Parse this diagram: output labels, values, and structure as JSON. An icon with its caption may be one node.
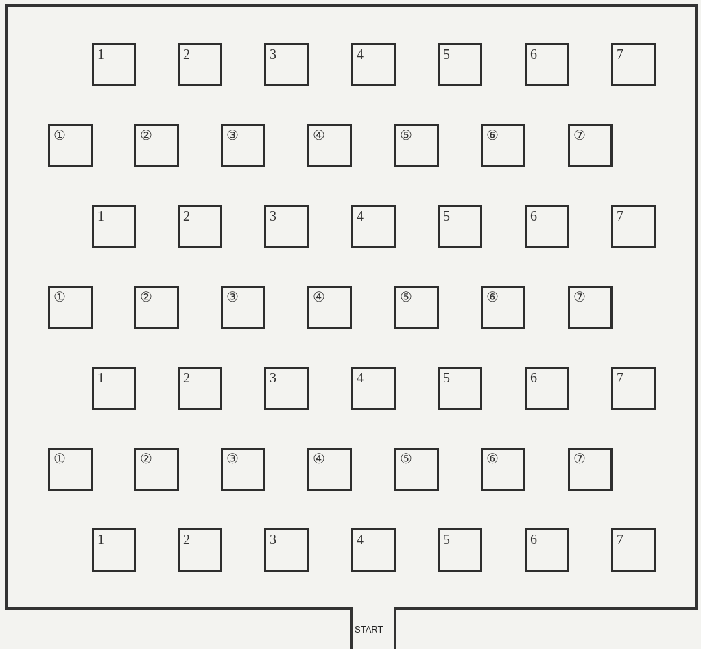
{
  "diagram": {
    "nodes": [
      {
        "text": [
          "1"
        ]
      },
      {
        "text": [
          "2"
        ]
      },
      {
        "text": [
          "3"
        ]
      },
      {
        "text": [
          "4"
        ]
      },
      {
        "text": [
          "5"
        ]
      },
      {
        "text": [
          "6"
        ]
      },
      {
        "text": [
          "7"
        ]
      },
      {
        "text": [
          "①"
        ]
      },
      {
        "text": [
          "②"
        ]
      },
      {
        "text": [
          "③"
        ]
      },
      {
        "text": [
          "④"
        ]
      },
      {
        "text": [
          "⑤"
        ]
      },
      {
        "text": [
          "⑥"
        ]
      },
      {
        "text": [
          "⑦"
        ]
      },
      {
        "text": [
          "1"
        ]
      },
      {
        "text": [
          "2"
        ]
      },
      {
        "text": [
          "3"
        ]
      },
      {
        "text": [
          "4"
        ]
      },
      {
        "text": [
          "5"
        ]
      },
      {
        "text": [
          "6"
        ]
      },
      {
        "text": [
          "7"
        ]
      },
      {
        "text": [
          "①"
        ]
      },
      {
        "text": [
          "②"
        ]
      },
      {
        "text": [
          "③"
        ]
      },
      {
        "text": [
          "④"
        ]
      },
      {
        "text": [
          "⑤"
        ]
      },
      {
        "text": [
          "⑥"
        ]
      },
      {
        "text": [
          "⑦"
        ]
      },
      {
        "text": [
          "1"
        ]
      },
      {
        "text": [
          "2"
        ]
      },
      {
        "text": [
          "3"
        ]
      },
      {
        "text": [
          "4"
        ]
      },
      {
        "text": [
          "5"
        ]
      },
      {
        "text": [
          "6"
        ]
      },
      {
        "text": [
          "7"
        ]
      },
      {
        "text": [
          "①"
        ]
      },
      {
        "text": [
          "②"
        ]
      },
      {
        "text": [
          "③"
        ]
      },
      {
        "text": [
          "④"
        ]
      },
      {
        "text": [
          "⑤"
        ]
      },
      {
        "text": [
          "⑥"
        ]
      },
      {
        "text": [
          "⑦"
        ]
      },
      {
        "text": [
          "1"
        ]
      },
      {
        "text": [
          "2"
        ]
      },
      {
        "text": [
          "3"
        ]
      },
      {
        "text": [
          "4"
        ]
      },
      {
        "text": [
          "5"
        ]
      },
      {
        "text": [
          "6"
        ]
      },
      {
        "text": [
          "7"
        ]
      }
    ],
    "labels": [
      "START"
    ]
  }
}
